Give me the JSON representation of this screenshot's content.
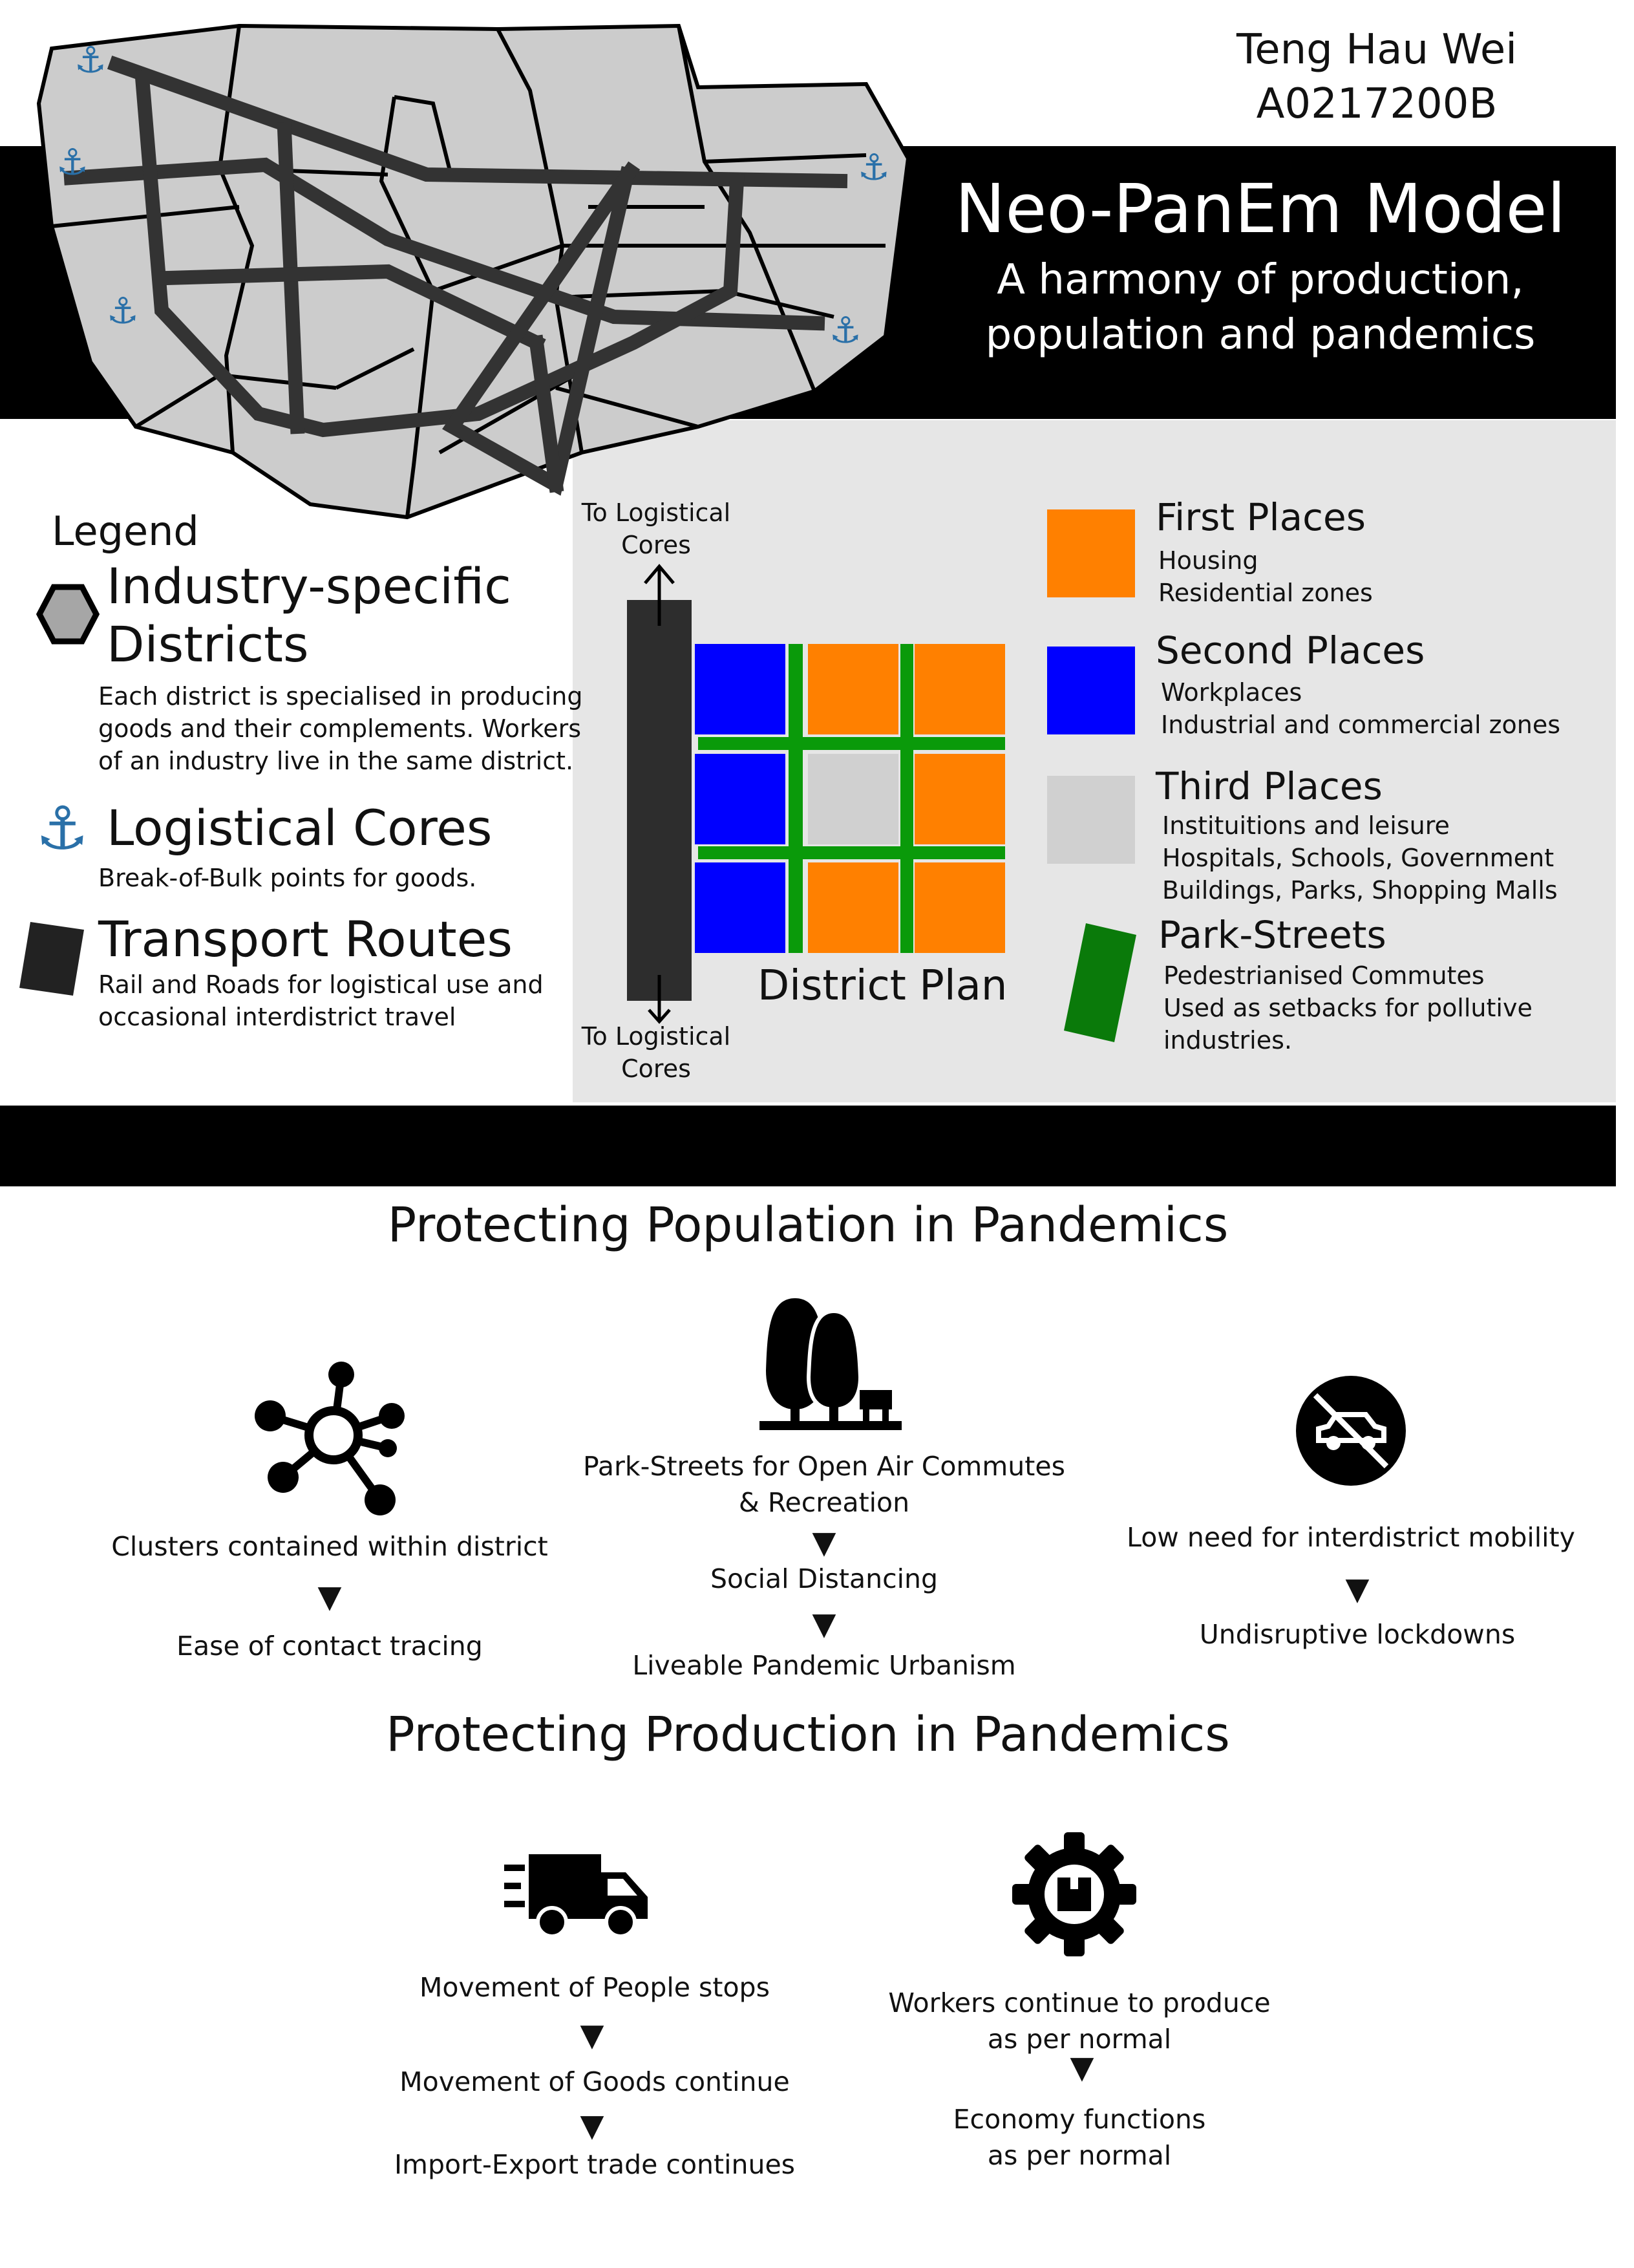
{
  "author": {
    "name": "Teng Hau Wei",
    "id": "A0217200B"
  },
  "header": {
    "title": "Neo-PanEm Model",
    "subtitle_line1": "A harmony of production,",
    "subtitle_line2": "population and pandemics"
  },
  "legend": {
    "title": "Legend",
    "items": [
      {
        "icon": "hexagon-icon",
        "head1": "Industry-specific",
        "head2": "Districts",
        "desc": [
          "Each district is specialised in producing",
          "goods and their complements. Workers",
          "of an industry live in the same district."
        ]
      },
      {
        "icon": "anchor-icon",
        "head1": "Logistical Cores",
        "head2": "",
        "desc": [
          "Break-of-Bulk points for goods."
        ]
      },
      {
        "icon": "transport-square-icon",
        "head1": "Transport Routes",
        "head2": "",
        "desc": [
          "Rail and Roads for logistical use and",
          "occasional interdistrict travel"
        ]
      }
    ]
  },
  "district_plan": {
    "title": "District Plan",
    "top_label": [
      "To Logistical",
      "Cores"
    ],
    "bottom_label": [
      "To Logistical",
      "Cores"
    ]
  },
  "places": [
    {
      "color": "#ff8000",
      "head": "First Places",
      "desc": [
        "Housing",
        "Residential zones"
      ]
    },
    {
      "color": "#0000ff",
      "head": "Second Places",
      "desc": [
        "Workplaces",
        "Industrial and commercial zones"
      ]
    },
    {
      "color": "#d0d0d0",
      "head": "Third Places",
      "desc": [
        "Instituitions and leisure",
        "Hospitals, Schools, Government",
        "Buildings, Parks, Shopping Malls"
      ]
    },
    {
      "color": "#0a7a0a",
      "head": "Park-Streets",
      "desc": [
        "Pedestrianised Commutes",
        "Used as setbacks for pollutive",
        "industries."
      ]
    }
  ],
  "population": {
    "title": "Protecting Population in Pandemics",
    "col1": {
      "icon": "network-cluster-icon",
      "step1": "Clusters contained within district",
      "step2": "Ease of contact tracing"
    },
    "col2": {
      "icon": "trees-park-icon",
      "step1a": "Park-Streets for Open Air Commutes",
      "step1b": "& Recreation",
      "step2": "Social Distancing",
      "step3": "Liveable Pandemic Urbanism"
    },
    "col3": {
      "icon": "no-car-icon",
      "step1": "Low need for interdistrict mobility",
      "step2": "Undisruptive lockdowns"
    }
  },
  "production": {
    "title": "Protecting Production in Pandemics",
    "col1": {
      "icon": "delivery-truck-icon",
      "step1": "Movement of People stops",
      "step2": "Movement of Goods continue",
      "step3": "Import-Export trade continues"
    },
    "col2": {
      "icon": "gear-box-icon",
      "step1a": "Workers continue to produce",
      "step1b": "as per normal",
      "step2a": "Economy functions",
      "step2b": "as per normal"
    }
  },
  "arrow_glyph": "▼"
}
